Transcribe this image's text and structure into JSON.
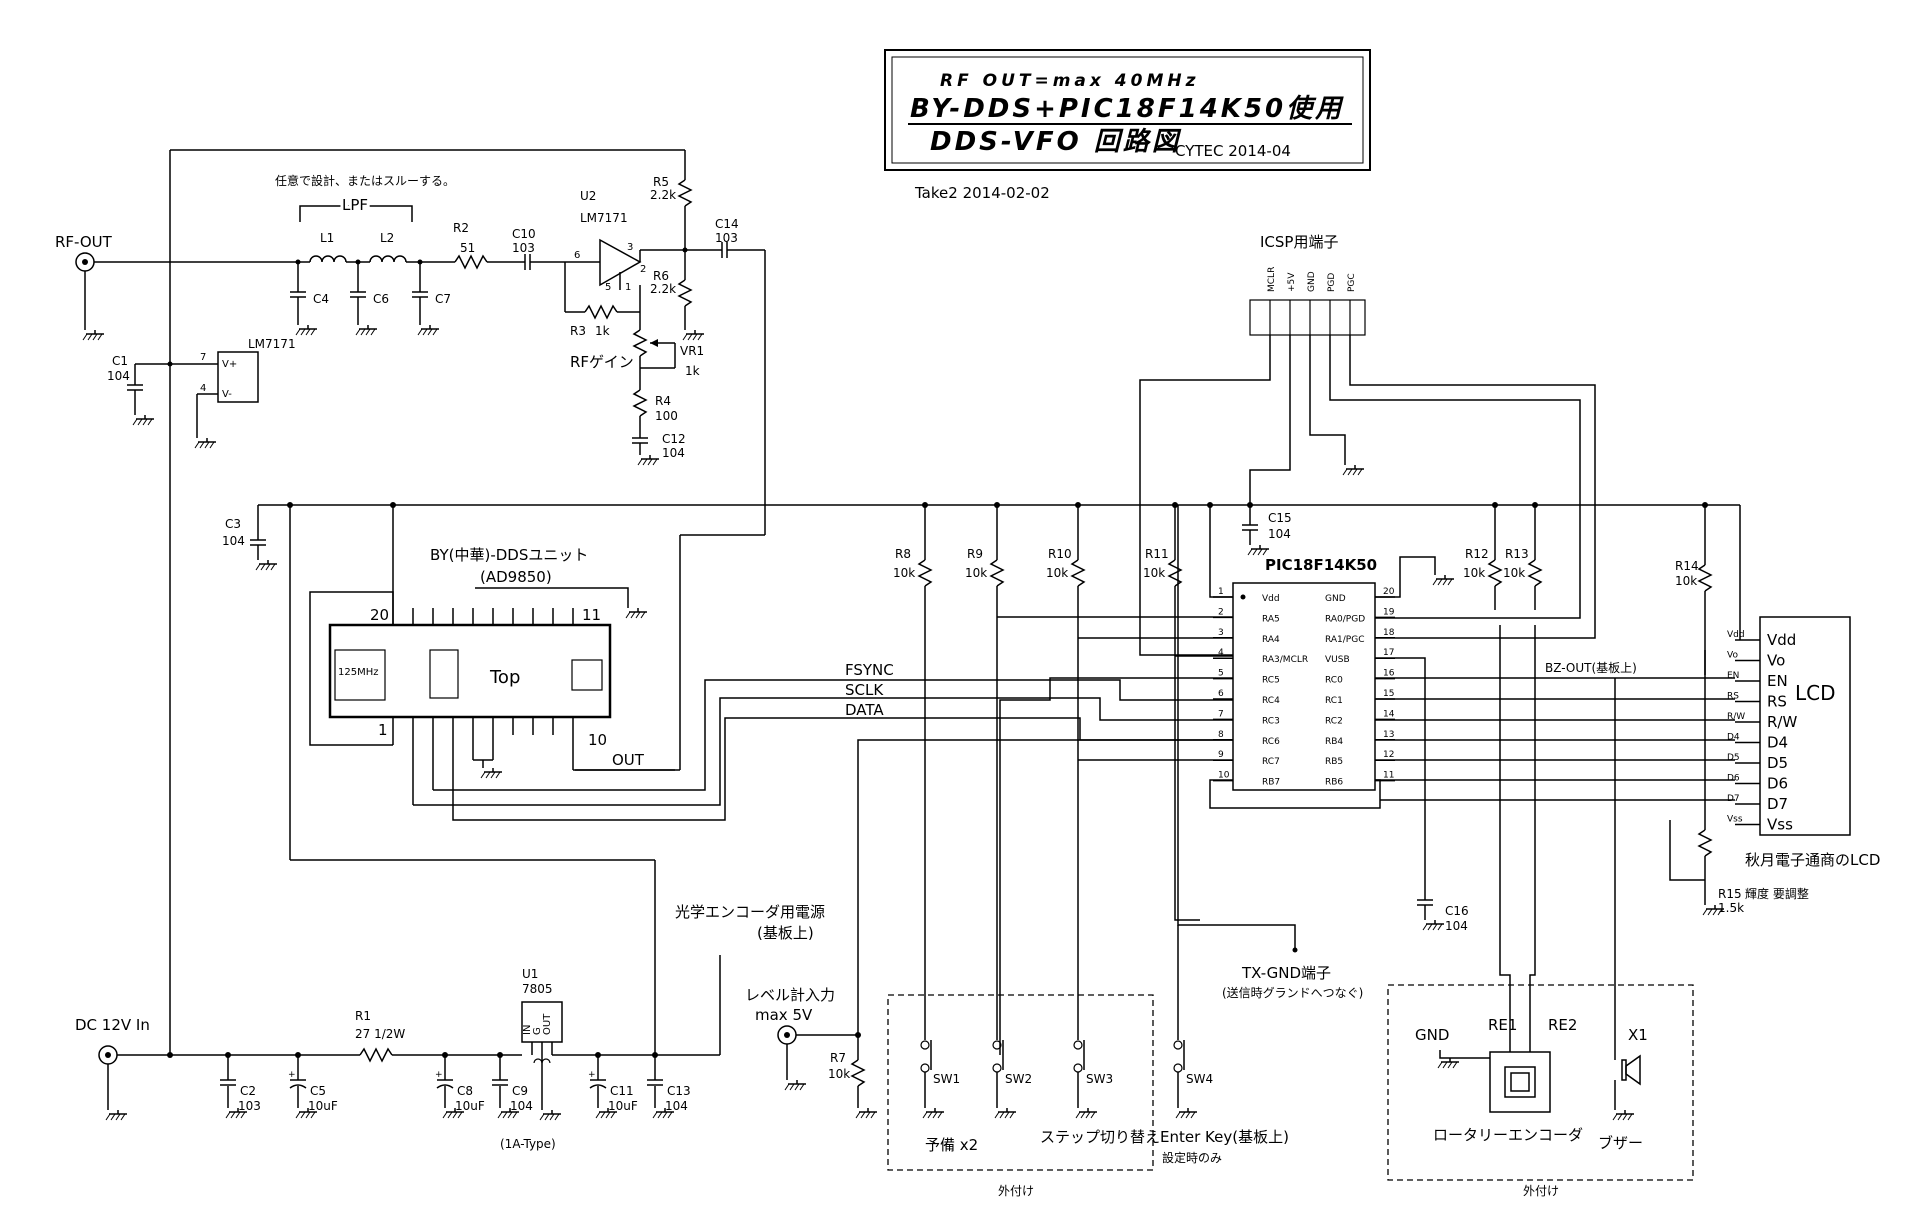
{
  "title_block": {
    "line1": "RF OUT=max 40MHz",
    "line2": "BY-DDS+PIC18F14K50使用",
    "line3": "DDS-VFO 回路図",
    "company": "CYTEC 2014-04"
  },
  "revision": "Take2 2014-02-02",
  "rf": {
    "rf_out": "RF-OUT",
    "lpf_note": "任意で設計、またはスルーする。",
    "lpf": "LPF",
    "l1": "L1",
    "l2": "L2",
    "c4": "C4",
    "c6": "C6",
    "c7": "C7",
    "r2": "R2",
    "r2_val": "51",
    "c10": "C10",
    "c10_val": "103",
    "u2": "U2",
    "u2_part": "LM7171",
    "r5": "R5",
    "r5_val": "2.2k",
    "r6": "R6",
    "r6_val": "2.2k",
    "c14": "C14",
    "c14_val": "103",
    "r3": "R3",
    "r3_val": "1k",
    "vr1": "VR1",
    "vr1_val": "1k",
    "rf_gain": "RFゲイン",
    "r4": "R4",
    "r4_val": "100",
    "c12": "C12",
    "c12_val": "104",
    "c1": "C1",
    "c1_val": "104",
    "lm_supply": "LM7171",
    "pin_vplus": "V+",
    "pin_vminus": "V-",
    "pin7": "7",
    "pin4": "4",
    "op_pin6": "6",
    "op_pin3": "3",
    "op_pin2": "2",
    "op_pin5": "5",
    "op_pin1": "1"
  },
  "dds": {
    "c3": "C3",
    "c3_val": "104",
    "title": "BY(中華)-DDSユニット",
    "chip": "(AD9850)",
    "pin20": "20",
    "pin11": "11",
    "pin1": "1",
    "pin10": "10",
    "clock": "125MHz",
    "top": "Top",
    "out": "OUT"
  },
  "signals": {
    "fsync": "FSYNC",
    "sclk": "SCLK",
    "data": "DATA",
    "bz_out": "BZ-OUT(基板上)"
  },
  "icsp": {
    "title": "ICSP用端子",
    "pins": [
      "MCLR",
      "+5V",
      "GND",
      "PGD",
      "PGC"
    ]
  },
  "pull_ups": [
    {
      "ref": "R8",
      "val": "10k"
    },
    {
      "ref": "R9",
      "val": "10k"
    },
    {
      "ref": "R10",
      "val": "10k"
    },
    {
      "ref": "R11",
      "val": "10k"
    },
    {
      "ref": "R12",
      "val": "10k"
    },
    {
      "ref": "R13",
      "val": "10k"
    },
    {
      "ref": "R14",
      "val": "10k"
    }
  ],
  "c15": {
    "ref": "C15",
    "val": "104"
  },
  "pic": {
    "name": "PIC18F14K50",
    "left": [
      {
        "num": "1",
        "name": "Vdd"
      },
      {
        "num": "2",
        "name": "RA5"
      },
      {
        "num": "3",
        "name": "RA4"
      },
      {
        "num": "4",
        "name": "RA3/MCLR"
      },
      {
        "num": "5",
        "name": "RC5"
      },
      {
        "num": "6",
        "name": "RC4"
      },
      {
        "num": "7",
        "name": "RC3"
      },
      {
        "num": "8",
        "name": "RC6"
      },
      {
        "num": "9",
        "name": "RC7"
      },
      {
        "num": "10",
        "name": "RB7"
      }
    ],
    "right": [
      {
        "num": "20",
        "name": "GND"
      },
      {
        "num": "19",
        "name": "RA0/PGD"
      },
      {
        "num": "18",
        "name": "RA1/PGC"
      },
      {
        "num": "17",
        "name": "VUSB"
      },
      {
        "num": "16",
        "name": "RC0"
      },
      {
        "num": "15",
        "name": "RC1"
      },
      {
        "num": "14",
        "name": "RC2"
      },
      {
        "num": "13",
        "name": "RB4"
      },
      {
        "num": "12",
        "name": "RB5"
      },
      {
        "num": "11",
        "name": "RB6"
      }
    ]
  },
  "lcd": {
    "title": "LCD",
    "pins": [
      "Vdd",
      "Vo",
      "EN",
      "RS",
      "R/W",
      "D4",
      "D5",
      "D6",
      "D7",
      "Vss"
    ],
    "wire_labels": [
      "Vdd",
      "Vo",
      "EN",
      "RS",
      "R/W",
      "D4",
      "D5",
      "D6",
      "D7",
      "Vss"
    ],
    "vendor": "秋月電子通商のLCD",
    "r15": "R15",
    "r15_val": "1.5k",
    "contrast": "輝度 要調整"
  },
  "c16": {
    "ref": "C16",
    "val": "104"
  },
  "power": {
    "dc_in": "DC 12V In",
    "r1": "R1",
    "r1_val": "27 1/2W",
    "u1": "U1",
    "u1_part": "7805",
    "u1_type": "(1A-Type)",
    "u1_pins": [
      "IN",
      "G",
      "OUT"
    ],
    "caps": [
      {
        "ref": "C2",
        "val": "103"
      },
      {
        "ref": "C5",
        "val": "10uF"
      },
      {
        "ref": "C8",
        "val": "10uF"
      },
      {
        "ref": "C9",
        "val": "104"
      },
      {
        "ref": "C11",
        "val": "10uF"
      },
      {
        "ref": "C13",
        "val": "104"
      }
    ],
    "encoder_power": "光学エンコーダ用電源",
    "encoder_power_sub": "(基板上)"
  },
  "level_in": {
    "label": "レベル計入力",
    "max": "max 5V",
    "r7": "R7",
    "r7_val": "10k"
  },
  "switches": {
    "sw1": "SW1",
    "sw2": "SW2",
    "sw3": "SW3",
    "sw4": "SW4",
    "spare": "予備 x2",
    "step": "ステップ切り替え",
    "enter": "Enter Key(基板上)",
    "enter_note": "設定時のみ",
    "tx_gnd": "TX-GND端子",
    "tx_gnd_note": "(送信時グランドへつなぐ)",
    "external": "外付け"
  },
  "encoder": {
    "gnd": "GND",
    "re1": "RE1",
    "re2": "RE2",
    "label": "ロータリーエンコーダ",
    "x1": "X1",
    "buzzer": "ブザー",
    "external": "外付け"
  }
}
